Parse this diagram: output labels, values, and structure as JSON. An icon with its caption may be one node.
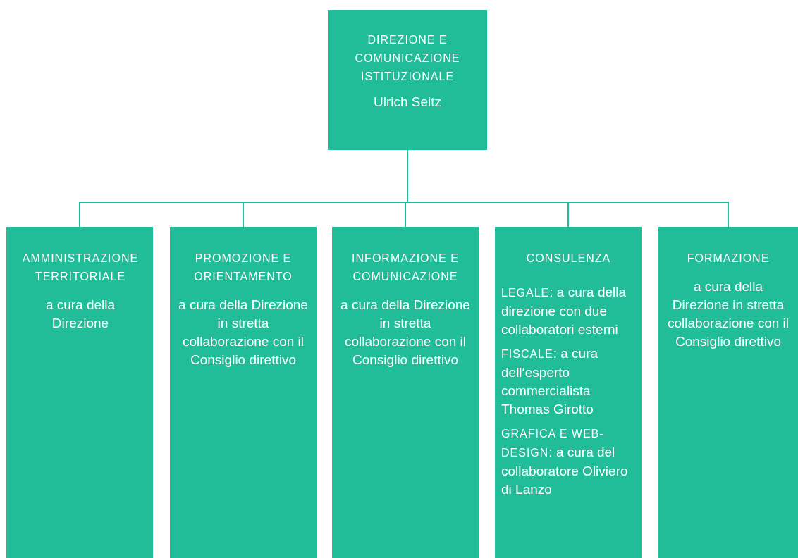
{
  "diagram": {
    "nodes": [
      {
        "text": [
          "DIREZIONE E COMUNICAZIONE ISTITUZIONALE",
          "Ulrich Seitz"
        ]
      },
      {
        "text": [
          "AMMINISTRAZIONE TERRITORIALE",
          "a cura della Direzione"
        ]
      },
      {
        "text": [
          "PROMOZIONE E ORIENTAMENTO",
          "a cura della Direzione in stretta collaborazione con il Consiglio direttivo"
        ]
      },
      {
        "text": [
          "INFORMAZIONE E COMUNICAZIONE",
          "a cura della Direzione in stretta collaborazione con il Consiglio direttivo"
        ]
      },
      {
        "text": [
          "CONSULENZA",
          "**LEGALE**: a cura della direzione con due collaboratori esterni",
          "**FISCALE**: a cura dell‘esperto commercialista Thomas Girotto",
          "**GRAFICA E WEB-DESIGN**: a cura del collaboratore Oliviero di Lanzo"
        ]
      },
      {
        "text": [
          "FORMAZIONE",
          "a cura della Direzione in stretta collaborazione con il Consiglio direttivo"
        ]
      }
    ],
    "edges": [
      {
        "from": 0,
        "to": 1,
        "arrow": "none"
      },
      {
        "from": 0,
        "to": 2,
        "arrow": "none"
      },
      {
        "from": 0,
        "to": 3,
        "arrow": "none"
      },
      {
        "from": 0,
        "to": 4,
        "arrow": "none"
      },
      {
        "from": 0,
        "to": 5,
        "arrow": "none"
      }
    ]
  }
}
